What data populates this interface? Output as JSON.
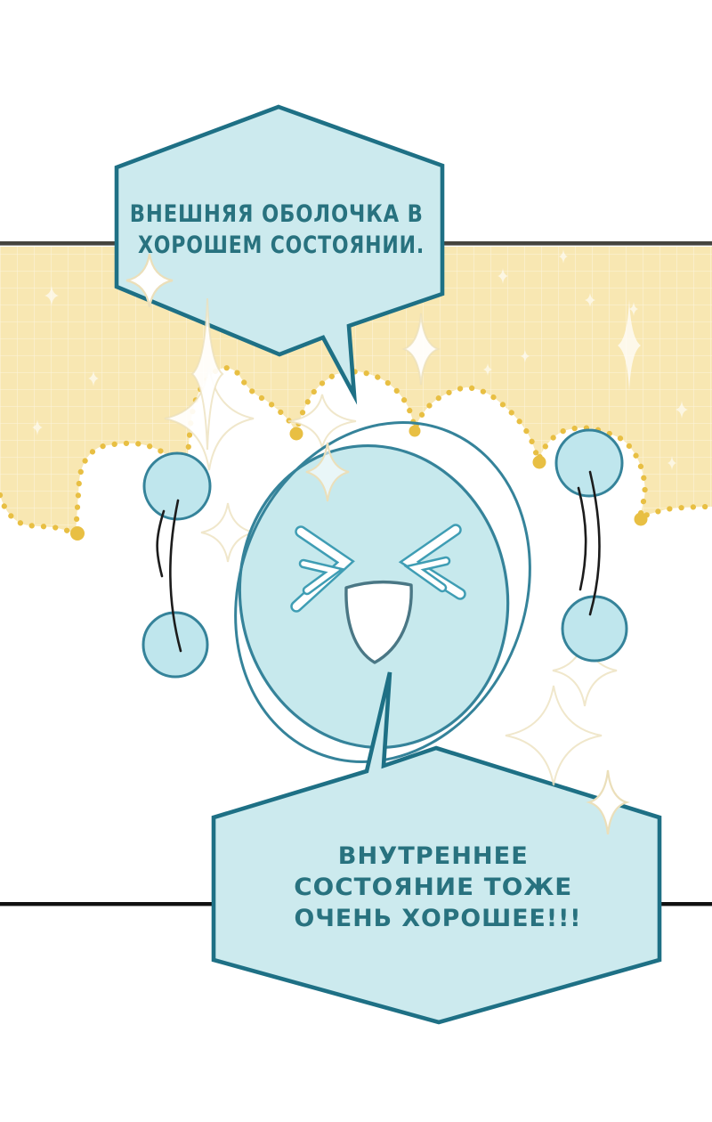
{
  "meta": {
    "type": "comic-panel",
    "language": "ru",
    "panels": "single panel between two horizontal story dividers"
  },
  "speech_bubbles": {
    "top": {
      "shape": "hexagon",
      "tail_direction": "down-toward-character",
      "lines": [
        "ВНЕШНЯЯ ОБОЛОЧКА В",
        "ХОРОШЕМ СОСТОЯНИИ."
      ]
    },
    "bottom": {
      "shape": "hexagon",
      "tail_direction": "up-toward-character",
      "lines": [
        "ВНУТРЕННЕЕ",
        "СОСТОЯНИЕ ТОЖЕ",
        "ОЧЕНЬ ХОРОШЕЕ!!!"
      ]
    }
  },
  "character": {
    "description": "round pale-blue blob creature with detached circle hands",
    "expression": "laughing with squeezed chevron eyes and open mouth",
    "eyes": "closed chevron (> <) style",
    "mouth": "open rounded triangle smile",
    "hands": "two floating circles each side with motion lines"
  },
  "background": {
    "top_area": "white",
    "band": "pale yellow graph-grid wallpaper",
    "band_bottom_edge": "scalloped white clouds trimmed with golden dotted line",
    "decorations": "four-point star sparkles, white and cream-outlined"
  },
  "colors": {
    "bg": "#ffffff",
    "line1": "#45443e",
    "line2": "#111111",
    "yellow": "#f8e7b2",
    "grid": "#ffffff",
    "dot": "#e8bf43",
    "bubble": "#cceaee",
    "bubblestroke": "#1e7085",
    "text": "#28727f",
    "body": "#c7e9ed",
    "bodystroke": "#35839a",
    "eye": "#3f9db4",
    "mouth": "#4a7785",
    "circle": "#bfe6ed",
    "motion": "#1c1c1c",
    "sparkfill": "#ffffff",
    "sparkstroke": "#ebdfba"
  }
}
